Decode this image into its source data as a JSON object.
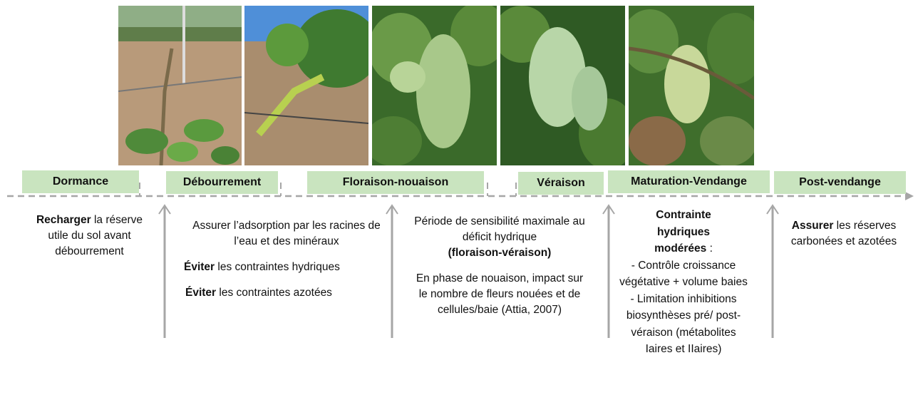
{
  "stages": [
    {
      "label": "Dormance"
    },
    {
      "label": "Débourrement"
    },
    {
      "label": "Floraison-nouaison"
    },
    {
      "label": "Véraison"
    },
    {
      "label": "Maturation-Vendange"
    },
    {
      "label": "Post-vendange"
    }
  ],
  "columns": {
    "dormance": {
      "bold": "Recharger",
      "text": " la réserve utile du sol avant débourrement"
    },
    "debourrement": {
      "line1": "Assurer l’adsorption par les racines de l’eau et des minéraux",
      "bold2": "Éviter",
      "text2": " les contraintes hydriques",
      "bold3": "Éviter",
      "text3": " les contraintes azotées"
    },
    "floraison": {
      "line1": "Période de sensibilité maximale au déficit hydrique",
      "bold1": "(floraison-véraison)",
      "line2": "En phase de nouaison, impact sur  le nombre de fleurs nouées et de cellules/baie (Attia, 2007)"
    },
    "maturation": {
      "bold": "Contrainte hydriques modérées",
      "colon": " :",
      "item1": "- Contrôle croissance végétative + volume baies",
      "item2": "- Limitation inhibitions biosynthèses pré/ post-véraison (métabolites Iaires et IIaires)"
    },
    "postvendange": {
      "bold": "Assurer",
      "text": " les réserves carbonées et azotées"
    }
  },
  "colors": {
    "stage_fill": "#c9e4bf",
    "timeline": "#a6a6a6",
    "text": "#111111"
  }
}
